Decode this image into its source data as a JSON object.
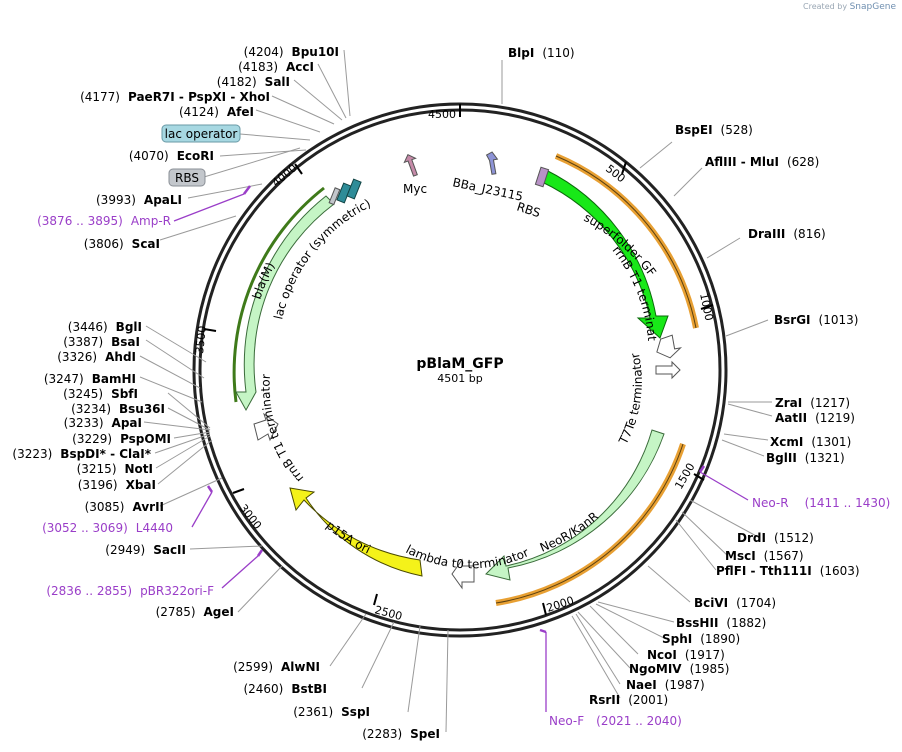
{
  "credit": {
    "prefix": "Created by",
    "brand": "SnapGene"
  },
  "plasmid": {
    "name": "pBlaM_GFP",
    "size": "4501 bp"
  },
  "ticks": [
    "4500",
    "500",
    "1000",
    "1500",
    "2000",
    "2500",
    "3000",
    "3500",
    "4000"
  ],
  "enzymes": [
    {
      "id": "blpi",
      "name": "BlpI",
      "pos": "(110)"
    },
    {
      "id": "bspei",
      "name": "BspEI",
      "pos": "(528)"
    },
    {
      "id": "afliii",
      "name": "AflIII",
      "sep": " - ",
      "name2": "MluI",
      "pos": "(628)"
    },
    {
      "id": "draiii",
      "name": "DraIII",
      "pos": "(816)"
    },
    {
      "id": "bsrgi",
      "name": "BsrGI",
      "pos": "(1013)"
    },
    {
      "id": "zrai",
      "name": "ZraI",
      "pos": "(1217)"
    },
    {
      "id": "aatii",
      "name": "AatII",
      "pos": "(1219)"
    },
    {
      "id": "xcmi",
      "name": "XcmI",
      "pos": "(1301)"
    },
    {
      "id": "bglii",
      "name": "BglII",
      "pos": "(1321)"
    },
    {
      "id": "drdi",
      "name": "DrdI",
      "pos": "(1512)"
    },
    {
      "id": "msci",
      "name": "MscI",
      "pos": "(1567)"
    },
    {
      "id": "pflfi",
      "name": "PflFI",
      "sep": " - ",
      "name2": "Tth111I",
      "pos": "(1603)"
    },
    {
      "id": "bcivi",
      "name": "BciVI",
      "pos": "(1704)"
    },
    {
      "id": "bsshii",
      "name": "BssHII",
      "pos": "(1882)"
    },
    {
      "id": "sphi",
      "name": "SphI",
      "pos": "(1890)"
    },
    {
      "id": "ncoi",
      "name": "NcoI",
      "pos": "(1917)"
    },
    {
      "id": "ngomiv",
      "name": "NgoMIV",
      "pos": "(1985)"
    },
    {
      "id": "naei",
      "name": "NaeI",
      "pos": "(1987)"
    },
    {
      "id": "rsrii",
      "name": "RsrII",
      "pos": "(2001)"
    },
    {
      "id": "spei",
      "name": "SpeI",
      "pos": "(2283)"
    },
    {
      "id": "sspi",
      "name": "SspI",
      "pos": "(2361)"
    },
    {
      "id": "bstbi",
      "name": "BstBI",
      "pos": "(2460)"
    },
    {
      "id": "alwni",
      "name": "AlwNI",
      "pos": "(2599)"
    },
    {
      "id": "agei",
      "name": "AgeI",
      "pos": "(2785)"
    },
    {
      "id": "sacii",
      "name": "SacII",
      "pos": "(2949)"
    },
    {
      "id": "avrii",
      "name": "AvrII",
      "pos": "(3085)"
    },
    {
      "id": "xbai",
      "name": "XbaI",
      "pos": "(3196)"
    },
    {
      "id": "noti",
      "name": "NotI",
      "pos": "(3215)"
    },
    {
      "id": "bspdi",
      "name": "BspDI*",
      "sep": " - ",
      "name2": "ClaI*",
      "pos": "(3223)"
    },
    {
      "id": "pspomi",
      "name": "PspOMI",
      "pos": "(3229)"
    },
    {
      "id": "apai",
      "name": "ApaI",
      "pos": "(3233)"
    },
    {
      "id": "bsu36i",
      "name": "Bsu36I",
      "pos": "(3234)"
    },
    {
      "id": "sbfi",
      "name": "SbfI",
      "pos": "(3245)"
    },
    {
      "id": "bamhi",
      "name": "BamHI",
      "pos": "(3247)"
    },
    {
      "id": "ahdi",
      "name": "AhdI",
      "pos": "(3326)"
    },
    {
      "id": "bsai",
      "name": "BsaI",
      "pos": "(3387)"
    },
    {
      "id": "bgli",
      "name": "BglI",
      "pos": "(3446)"
    },
    {
      "id": "scai",
      "name": "ScaI",
      "pos": "(3806)"
    },
    {
      "id": "apali",
      "name": "ApaLI",
      "pos": "(3993)"
    },
    {
      "id": "ecori",
      "name": "EcoRI",
      "pos": "(4070)"
    },
    {
      "id": "afei",
      "name": "AfeI",
      "pos": "(4124)"
    },
    {
      "id": "paer7i",
      "name": "PaeR7I",
      "sep": " - ",
      "name2": "PspXI",
      "sep2": " - ",
      "name3": "XhoI",
      "pos": "(4177)"
    },
    {
      "id": "sali",
      "name": "SalI",
      "pos": "(4182)"
    },
    {
      "id": "acci",
      "name": "AccI",
      "pos": "(4183)"
    },
    {
      "id": "bpu10i",
      "name": "Bpu10I",
      "pos": "(4204)"
    }
  ],
  "primers": [
    {
      "id": "neo-r",
      "name": "Neo-R",
      "range": "(1411 .. 1430)"
    },
    {
      "id": "neo-f",
      "name": "Neo-F",
      "range": "(2021 .. 2040)"
    },
    {
      "id": "pbr322ori-f",
      "name": "pBR322ori-F",
      "range": "(2836 .. 2855)"
    },
    {
      "id": "l4440",
      "name": "L4440",
      "range": "(3052 .. 3069)"
    },
    {
      "id": "amp-r",
      "name": "Amp-R",
      "range": "(3876 .. 3895)"
    }
  ],
  "boxed_features": [
    {
      "id": "lac-operator-box",
      "label": "lac operator",
      "color": "#a7d8e2"
    },
    {
      "id": "rbs-box",
      "label": "RBS",
      "color": "#c3c7cc"
    }
  ],
  "features": [
    {
      "id": "myc",
      "label": "Myc",
      "color": "#c58aa8"
    },
    {
      "id": "bba-j23115",
      "label": "BBa_J23115",
      "color": "#8d93d6"
    },
    {
      "id": "rbs-inner",
      "label": "RBS"
    },
    {
      "id": "superfolder-gfp",
      "label": "superfolder GFP",
      "color": "#18e818"
    },
    {
      "id": "rrnb-t1-right",
      "label": "rrnB T1 terminator"
    },
    {
      "id": "t7te",
      "label": "T7Te terminator"
    },
    {
      "id": "neor-kanr",
      "label": "NeoR/KanR",
      "color": "#c5f5c5"
    },
    {
      "id": "lambda-t0",
      "label": "lambda t0 terminator"
    },
    {
      "id": "p15a-ori",
      "label": "p15A ori",
      "color": "#f4f21a"
    },
    {
      "id": "rrnb-t1-left",
      "label": "rrnB T1 terminator"
    },
    {
      "id": "bla-m",
      "label": "bla(M)",
      "color": "#c5f5c5"
    },
    {
      "id": "lac-operator-sym",
      "label": "lac operator (symmetric)"
    }
  ],
  "colors": {
    "orf_orange": "#e8a033",
    "orf_green": "#3f7a1a",
    "primer": "#9a3ec8",
    "lacop": "#2e8c98"
  }
}
